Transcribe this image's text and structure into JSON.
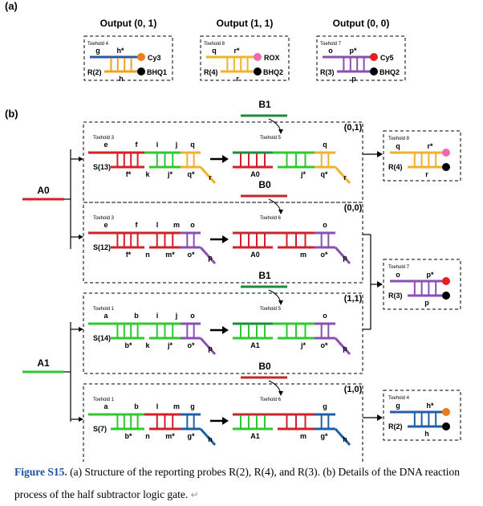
{
  "panel_labels": {
    "a": "(a)",
    "b": "(b)"
  },
  "probes": [
    {
      "title": "Output (0, 1)",
      "toehold": "Toehold 4",
      "name": "R(2)",
      "top_labels": [
        "g",
        "h*"
      ],
      "bottom_label": "h",
      "dye": "Cy3",
      "quencher": "BHQ1",
      "colors": [
        "#1f5fa8",
        "#f0a020"
      ],
      "dye_color": "#ef7a1a"
    },
    {
      "title": "Output (1, 1)",
      "toehold": "Toehold 8",
      "name": "R(4)",
      "top_labels": [
        "q",
        "r*"
      ],
      "bottom_label": "r",
      "dye": "ROX",
      "quencher": "BHQ2",
      "colors": [
        "#f2b12a",
        "#f2b12a"
      ],
      "dye_color": "#f06ab0"
    },
    {
      "title": "Output (0, 0)",
      "toehold": "Toehold 7",
      "name": "R(3)",
      "top_labels": [
        "o",
        "p*"
      ],
      "bottom_label": "p",
      "dye": "Cy5",
      "quencher": "BHQ2",
      "colors": [
        "#8a4fb3",
        "#8a4fb3"
      ],
      "dye_color": "#e82020"
    }
  ],
  "inputs": [
    {
      "name": "A0",
      "color": "#d21f2a"
    },
    {
      "name": "A1",
      "color": "#2fc82f"
    }
  ],
  "reactions": [
    {
      "gate": "S(13)",
      "toehold": "Toehold 3",
      "top": [
        "e",
        "f",
        "i",
        "j",
        "q"
      ],
      "bottom": [
        "f*",
        "k",
        "j*",
        "q*",
        "r"
      ],
      "trigger": "B1",
      "trigger_color": "#1f8a3a",
      "output_toehold": "Toehold 5",
      "result_top": [
        "q"
      ],
      "result_bottom": [
        "A0",
        "j*",
        "q*",
        "r"
      ],
      "result_name": "A0",
      "state": "(0,1)"
    },
    {
      "gate": "S(12)",
      "toehold": "Toehold 3",
      "top": [
        "e",
        "f",
        "l",
        "m",
        "o"
      ],
      "bottom": [
        "f*",
        "n",
        "m*",
        "o*",
        "p"
      ],
      "trigger": "B0",
      "trigger_color": "#c0282e",
      "output_toehold": "Toehold 6",
      "result_top": [
        "o"
      ],
      "result_bottom": [
        "A0",
        "m",
        "o*",
        "p"
      ],
      "result_name": "A0",
      "state": "(0,0)"
    },
    {
      "gate": "S(14)",
      "toehold": "Toehold 1",
      "top": [
        "a",
        "b",
        "i",
        "j",
        "o"
      ],
      "bottom": [
        "b*",
        "k",
        "j*",
        "o*",
        "p"
      ],
      "trigger": "B1",
      "trigger_color": "#1f8a3a",
      "output_toehold": "Toehold 5",
      "result_top": [
        "o"
      ],
      "result_bottom": [
        "A1",
        "j*",
        "o*",
        "p"
      ],
      "result_name": "A1",
      "state": "(1,1)"
    },
    {
      "gate": "S(7)",
      "toehold": "Toehold 1",
      "top": [
        "a",
        "b",
        "l",
        "m",
        "g"
      ],
      "bottom": [
        "b*",
        "n",
        "m*",
        "g*",
        "h"
      ],
      "trigger": "B0",
      "trigger_color": "#c0282e",
      "output_toehold": "Toehold 6",
      "result_top": [
        "g"
      ],
      "result_bottom": [
        "A1",
        "m",
        "g*",
        "h"
      ],
      "result_name": "A1",
      "state": "(1,0)"
    }
  ],
  "caption": {
    "label": "Figure S15.",
    "text": " (a) Structure of the reporting probes R(2), R(4), and R(3). (b) Details of the DNA reaction process of the half subtractor logic gate. ",
    "return_mark": "↵"
  },
  "colors": {
    "red": "#d21f2a",
    "green": "#2fc82f",
    "blue": "#1f5fa8",
    "orange": "#f2b12a",
    "purple": "#8a4fb3",
    "black": "#000000"
  }
}
